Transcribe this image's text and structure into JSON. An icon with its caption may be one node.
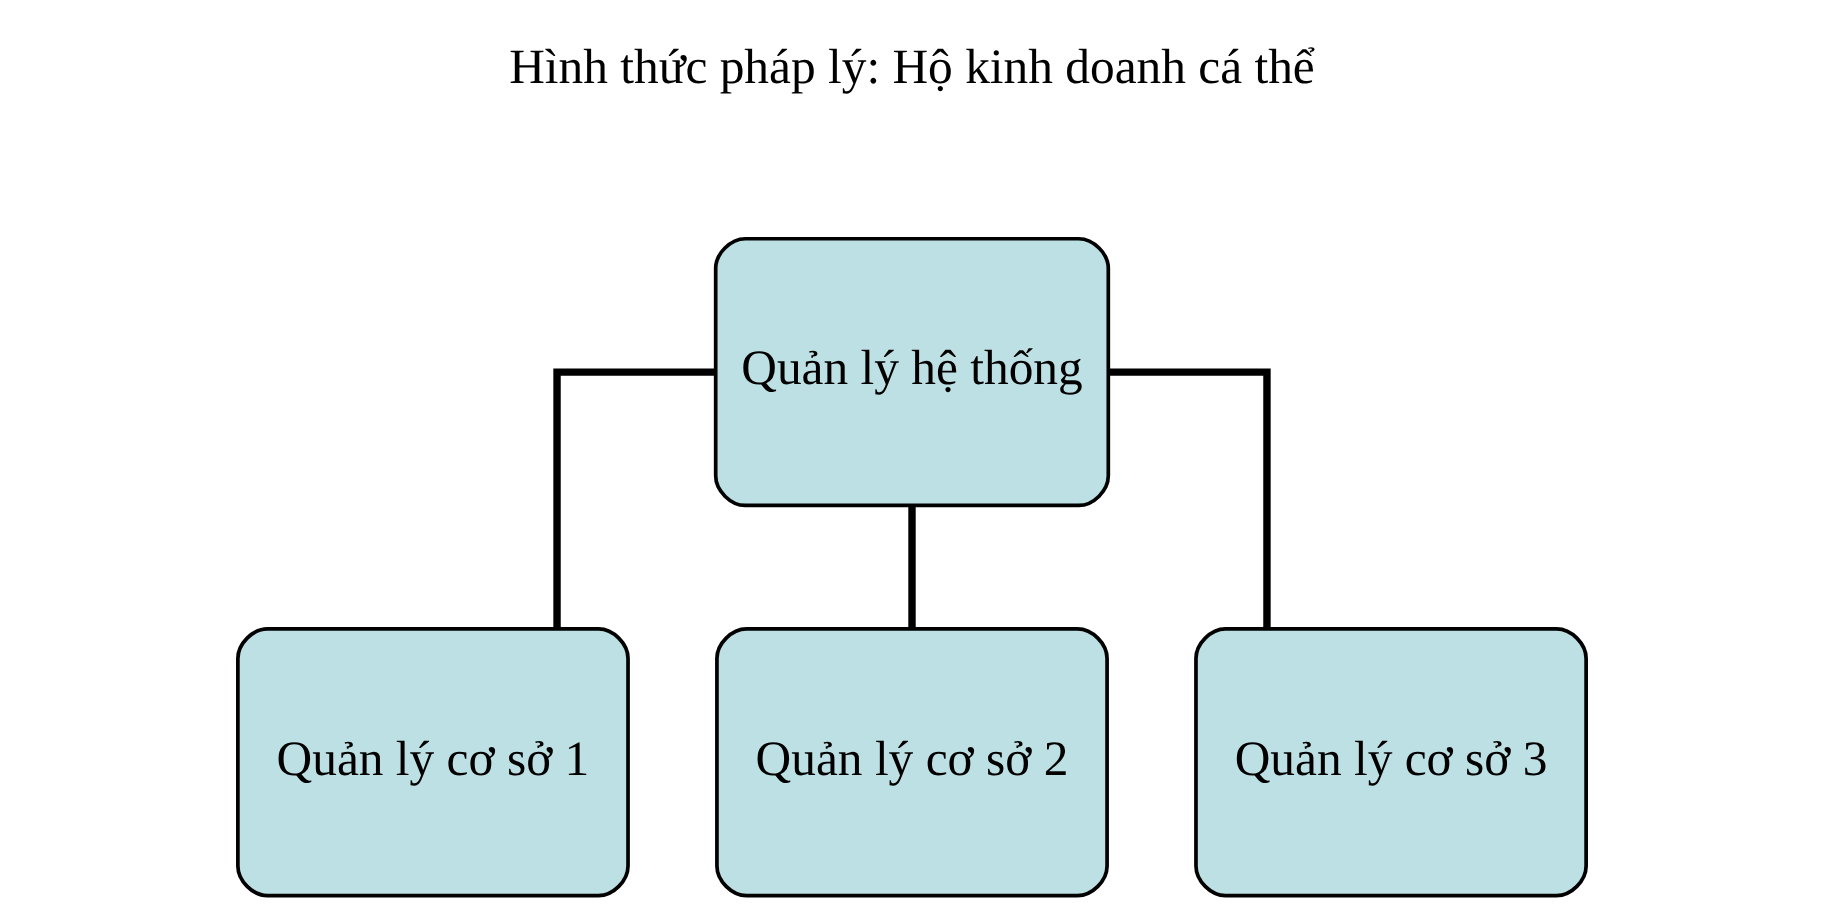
{
  "diagram": {
    "nodes": [
      {
        "text": [
          "Quản lý hệ thống"
        ]
      },
      {
        "text": [
          "Quản lý cơ sở 1"
        ]
      },
      {
        "text": [
          "Quản lý cơ sở 2"
        ]
      },
      {
        "text": [
          "Quản lý cơ sở 3"
        ]
      }
    ],
    "edges": [
      {
        "from": 0,
        "to": 1,
        "arrow": "none"
      },
      {
        "from": 0,
        "to": 2,
        "arrow": "none"
      },
      {
        "from": 0,
        "to": 3,
        "arrow": "none"
      }
    ],
    "labels": [
      "Hình thức pháp lý: Hộ kinh doanh cá thể"
    ]
  }
}
